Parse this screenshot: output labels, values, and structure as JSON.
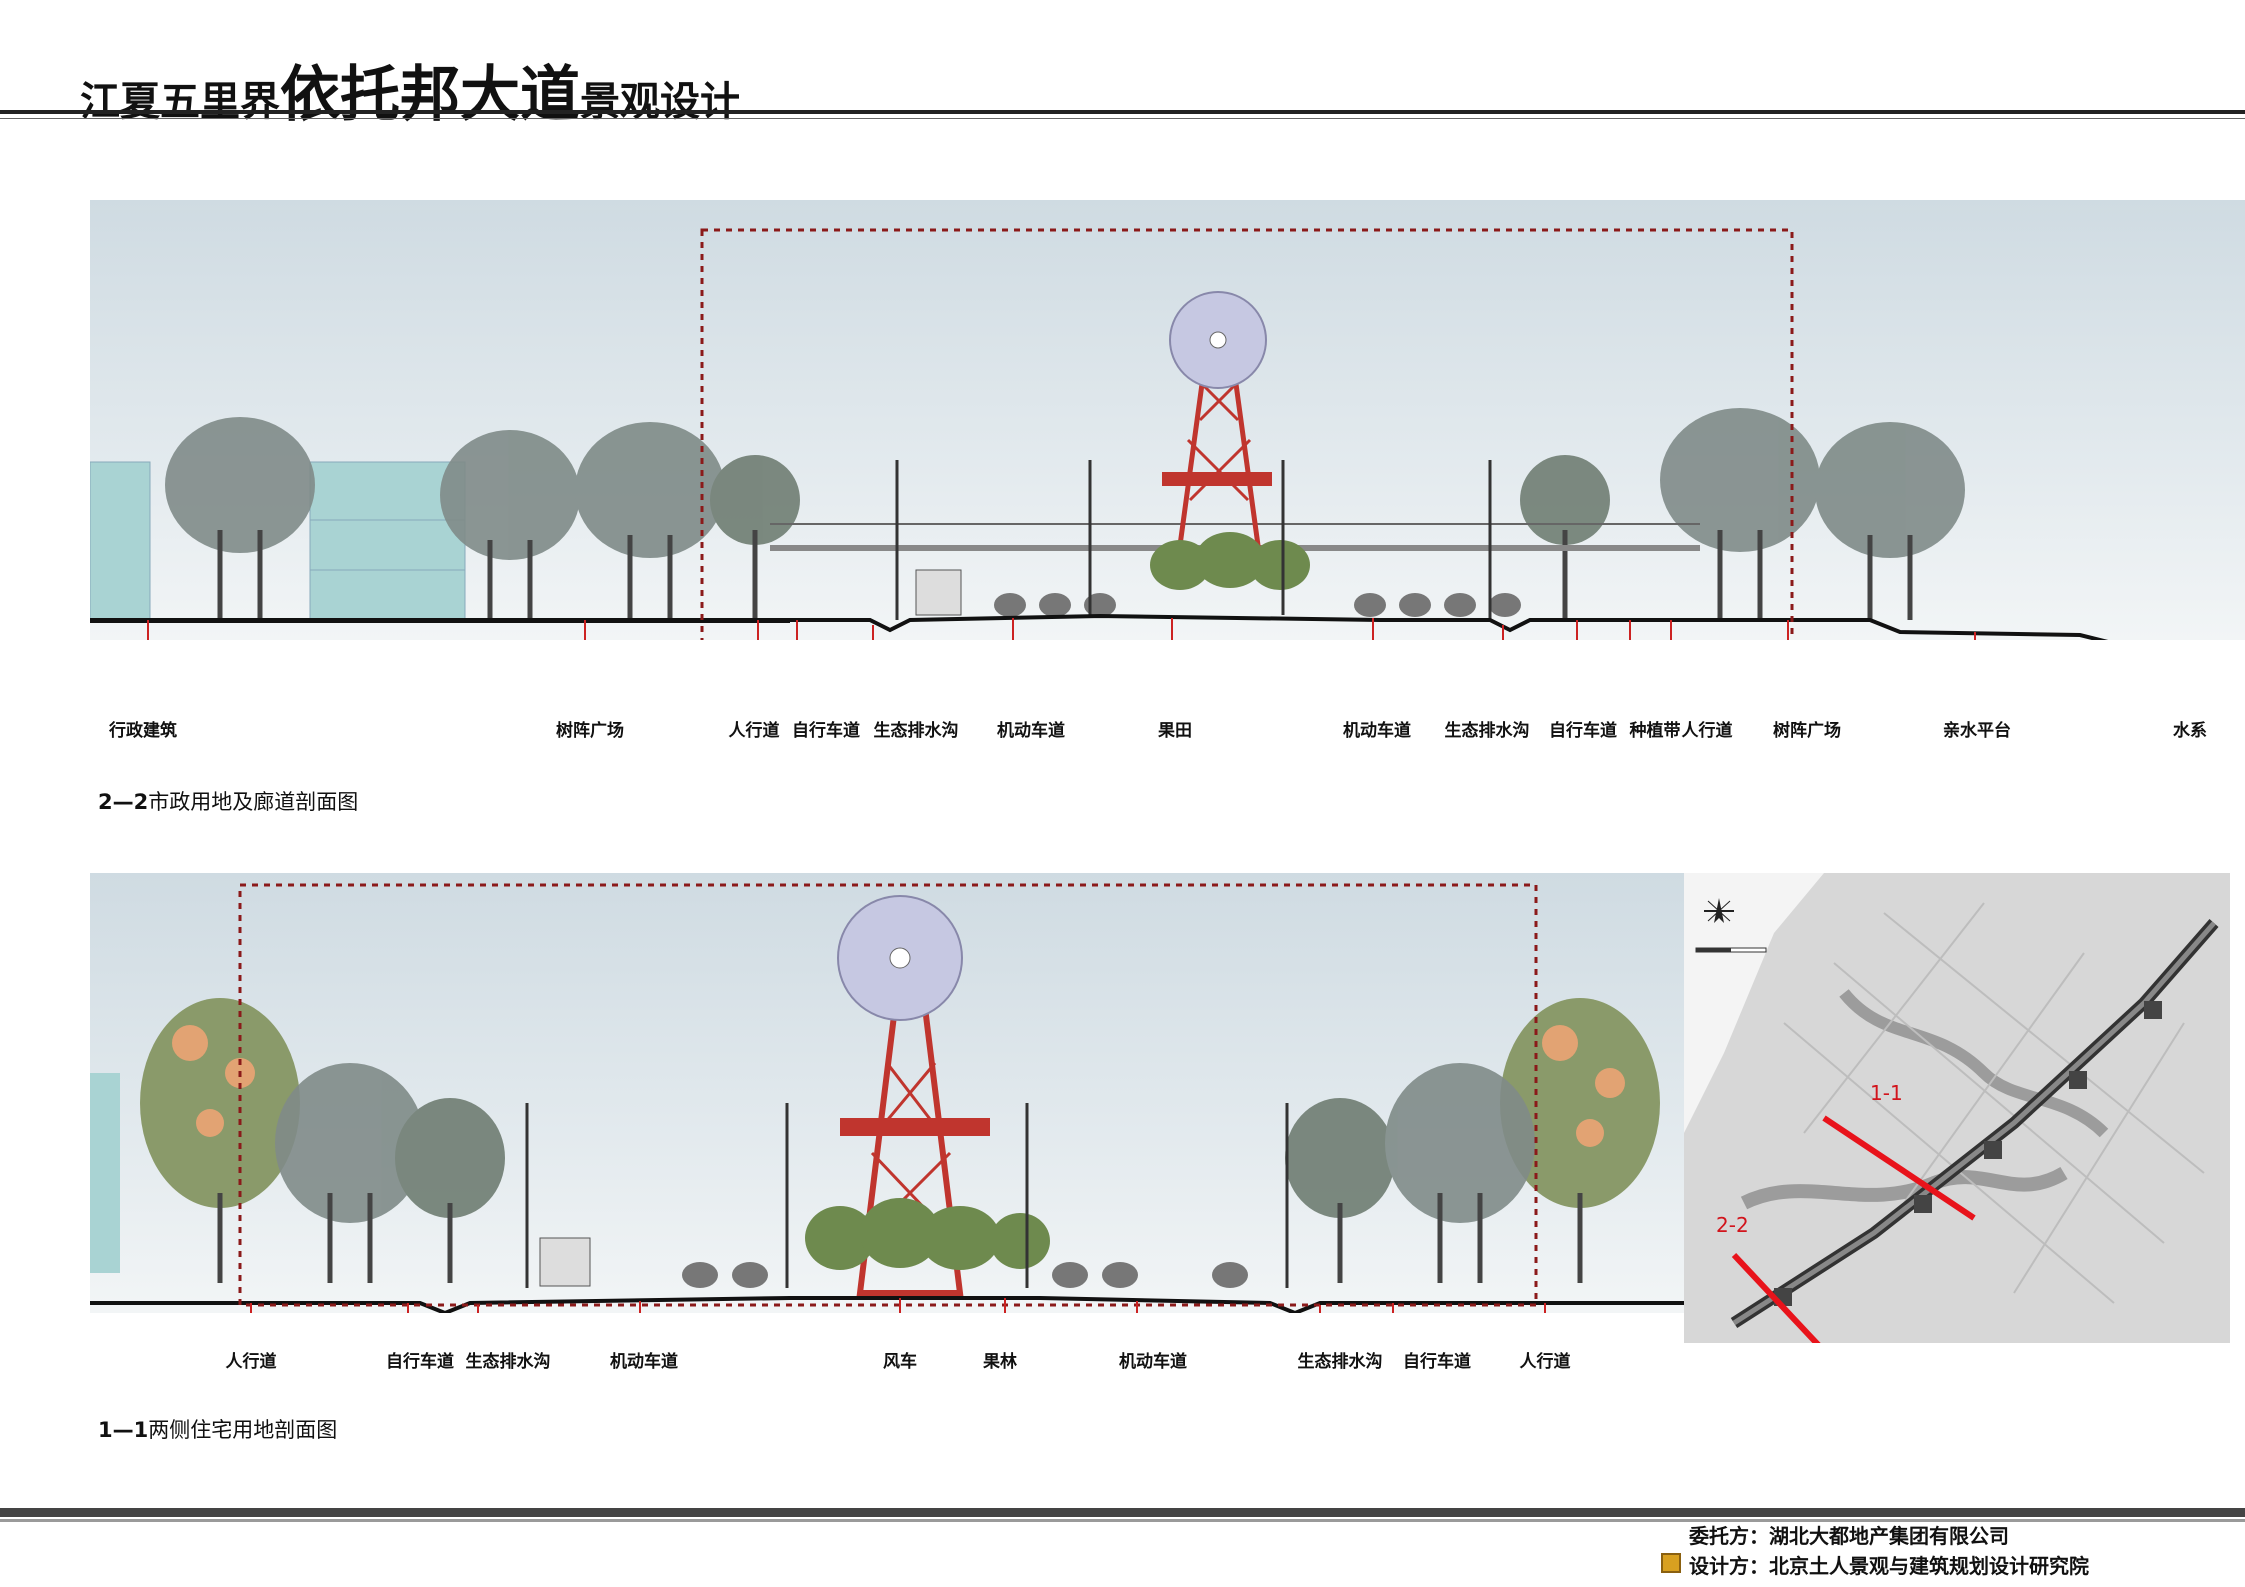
{
  "header": {
    "title_part1": "江夏五里界",
    "title_part2": "依托邦大道",
    "title_part3": "景观设计"
  },
  "section_22": {
    "caption_code": "2—2",
    "caption_text": "市政用地及廊道剖面图",
    "labels": [
      "行政建筑",
      "树阵广场",
      "人行道",
      "自行车道",
      "生态排水沟",
      "机动车道",
      "果田",
      "机动车道",
      "生态排水沟",
      "自行车道",
      "种植带",
      "人行道",
      "树阵广场",
      "亲水平台",
      "水系"
    ]
  },
  "section_11": {
    "caption_code": "1—1",
    "caption_text": "两侧住宅用地剖面图",
    "labels": [
      "人行道",
      "自行车道",
      "生态排水沟",
      "机动车道",
      "风车",
      "果林",
      "机动车道",
      "生态排水沟",
      "自行车道",
      "人行道"
    ]
  },
  "map": {
    "markers": [
      "1-1",
      "2-2"
    ]
  },
  "footer": {
    "client": "委托方：湖北大都地产集团有限公司",
    "designer": "设计方：北京土人景观与建筑规划设计研究院"
  },
  "colors": {
    "building": "#a9d3d3",
    "tower": "#c0352e",
    "callout": "#cc2222",
    "dashed_box": "#8b1a1a",
    "sky": "#dfe7eb"
  }
}
